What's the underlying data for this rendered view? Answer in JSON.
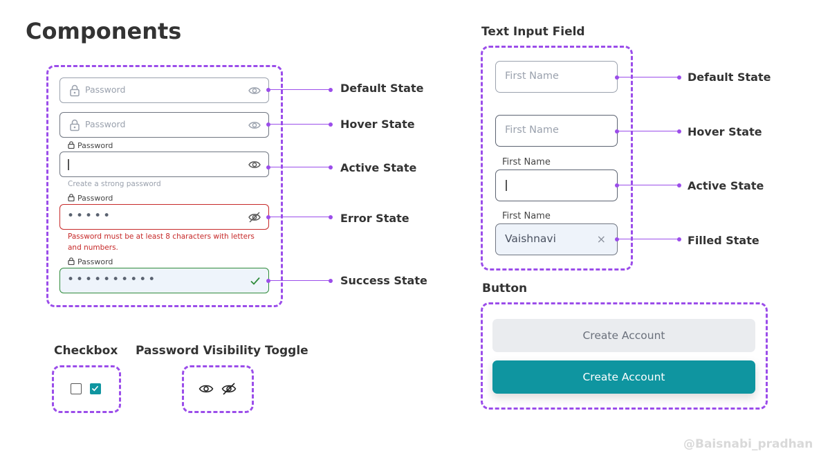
{
  "page_title": "Components",
  "password_section": {
    "fields": [
      {
        "state": "default",
        "placeholder": "Password",
        "state_label": "Default State"
      },
      {
        "state": "hover",
        "placeholder": "Password",
        "state_label": "Hover State"
      },
      {
        "state": "active",
        "label": "Password",
        "helper": "Create a strong password",
        "state_label": "Active State"
      },
      {
        "state": "error",
        "label": "Password",
        "value": "•••••",
        "error_message": "Password must be at least 8 characters with letters and numbers.",
        "state_label": "Error State"
      },
      {
        "state": "success",
        "label": "Password",
        "value": "••••••••••",
        "state_label": "Success State"
      }
    ]
  },
  "text_input_section": {
    "title": "Text Input Field",
    "fields": [
      {
        "state": "default",
        "placeholder": "First Name",
        "state_label": "Default State"
      },
      {
        "state": "hover",
        "placeholder": "First Name",
        "state_label": "Hover State"
      },
      {
        "state": "active",
        "label": "First Name",
        "state_label": "Active State"
      },
      {
        "state": "filled",
        "label": "First Name",
        "value": "Vaishnavi",
        "clear_icon": "×",
        "state_label": "Filled State"
      }
    ]
  },
  "button_section": {
    "title": "Button",
    "disabled_label": "Create Account",
    "primary_label": "Create Account"
  },
  "checkbox_section": {
    "title": "Checkbox",
    "items": [
      {
        "checked": false
      },
      {
        "checked": true
      }
    ]
  },
  "visibility_toggle_section": {
    "title": "Password Visibility Toggle",
    "icons": [
      "eye-icon",
      "eye-off-icon"
    ]
  },
  "colors": {
    "accent_purple": "#9b4dea",
    "teal": "#0f95a0",
    "error_red": "#c62828",
    "success_green": "#2e8b3a"
  },
  "watermark": "@Baisnabi_pradhan"
}
